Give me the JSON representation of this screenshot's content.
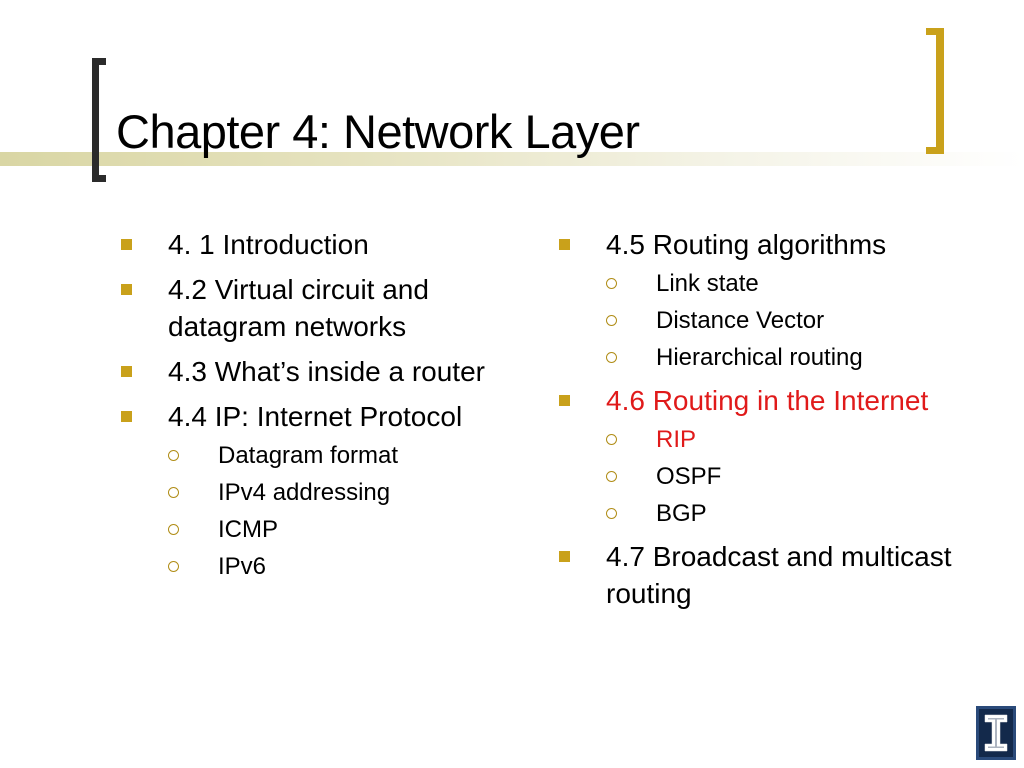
{
  "slide": {
    "title": "Chapter 4: Network Layer"
  },
  "left_column": {
    "items": [
      {
        "label": "4. 1 Introduction"
      },
      {
        "label": "4.2 Virtual circuit and datagram networks"
      },
      {
        "label": "4.3 What’s inside a router"
      },
      {
        "label": "4.4 IP: Internet Protocol",
        "sub": [
          "Datagram format",
          "IPv4 addressing",
          "ICMP",
          "IPv6"
        ]
      }
    ]
  },
  "right_column": {
    "items": [
      {
        "label": "4.5 Routing algorithms",
        "sub": [
          "Link state",
          "Distance Vector",
          "Hierarchical routing"
        ]
      },
      {
        "label": "4.6 Routing in the Internet",
        "sub": [
          "RIP",
          "OSPF",
          "BGP"
        ]
      },
      {
        "label": "4.7 Broadcast and multicast routing"
      }
    ]
  },
  "colors": {
    "accent_gold": "#c9a11b",
    "highlight_red": "#e01a1a",
    "bracket_dark": "#2b2b2b",
    "logo_navy": "#13294b"
  },
  "icons": {
    "bullet": "square-bullet-icon",
    "sub_bullet": "ring-bullet-icon",
    "logo": "block-i-logo-icon"
  }
}
